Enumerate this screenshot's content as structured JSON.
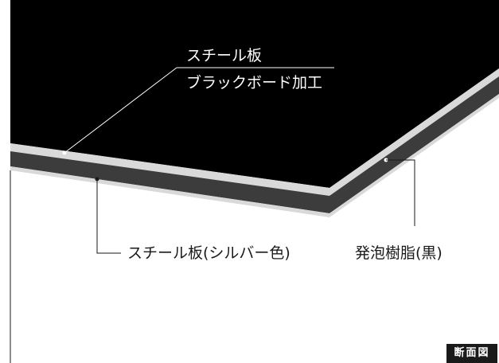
{
  "labels": {
    "steel_plate": "スチール板",
    "blackboard_finish": "ブラックボード加工",
    "steel_plate_silver": "スチール板(シルバー色)",
    "foam_resin": "発泡樹脂(黒)"
  },
  "badge": {
    "section_view": "断面図"
  },
  "colors": {
    "board_surface": "#000000",
    "steel_layer": "#d9d9d9",
    "foam_core": "#3c3c3c",
    "leader_line": "#1a1a1a",
    "background": "#ffffff"
  }
}
